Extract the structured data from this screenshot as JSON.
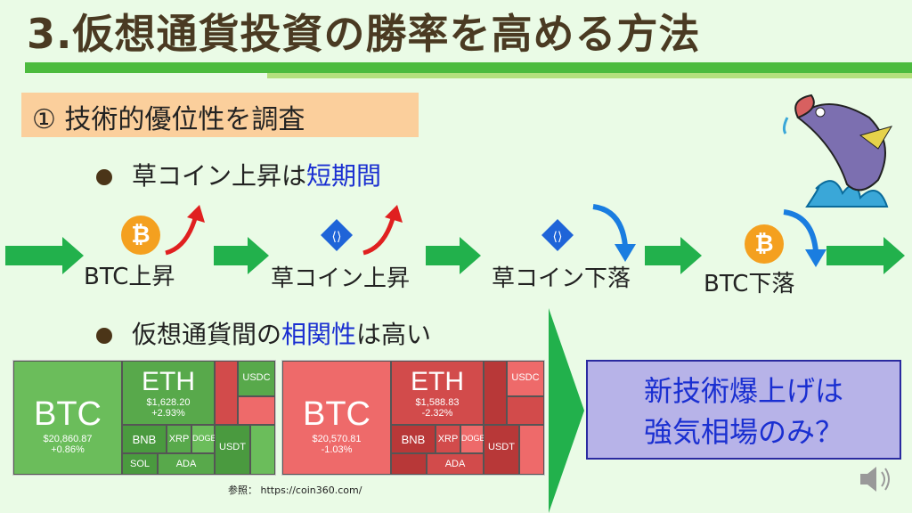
{
  "title": "3.仮想通貨投資の勝率を高める方法",
  "section": "① 技術的優位性を調査",
  "bullet1": {
    "text": "草コイン上昇は",
    "highlight": "短期間"
  },
  "flow": [
    "BTC上昇",
    "草コイン上昇",
    "草コイン下落",
    "BTC下落"
  ],
  "coin_btc_symbol": "₿",
  "bullet2": {
    "text_a": "仮想通貨間の",
    "highlight": "相関性",
    "text_b": "は高い"
  },
  "heatmap_up": {
    "btc": "BTC",
    "btc_price": "$20,860.87",
    "btc_change": "+0.86%",
    "eth": "ETH",
    "eth_price": "$1,628.20",
    "eth_change": "+2.93%",
    "bnb": "BNB",
    "xrp": "XRP",
    "doge": "DOGE",
    "usdc": "USDC",
    "usdt": "USDT",
    "ada": "ADA",
    "sol": "SOL"
  },
  "heatmap_down": {
    "btc": "BTC",
    "btc_price": "$20,570.81",
    "btc_change": "-1.03%",
    "eth": "ETH",
    "eth_price": "$1,588.83",
    "eth_change": "-2.32%",
    "bnb": "BNB",
    "xrp": "XRP",
    "doge": "DOGE",
    "usdc": "USDC",
    "usdt": "USDT",
    "ada": "ADA"
  },
  "reference": "参照： https://coin360.com/",
  "callout_line1": "新技術爆上げは",
  "callout_line2": "強気相場のみ？",
  "colors": {
    "arrow_green": "#22b14c",
    "title_bar": "#4cbb3e",
    "highlight": "#1a2fd1"
  }
}
